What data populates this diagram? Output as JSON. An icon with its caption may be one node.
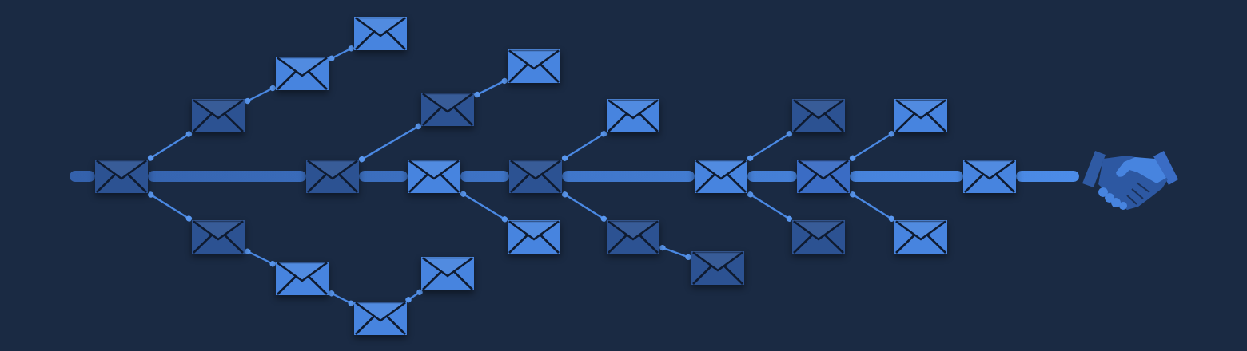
{
  "diagram": {
    "nodes": [
      {
        "text": [],
        "shape": "envelope"
      },
      {
        "text": [],
        "shape": "envelope"
      },
      {
        "text": [],
        "shape": "envelope"
      },
      {
        "text": [],
        "shape": "envelope"
      },
      {
        "text": [],
        "shape": "envelope"
      },
      {
        "text": [],
        "shape": "envelope"
      },
      {
        "text": [],
        "shape": "envelope"
      },
      {
        "text": [],
        "shape": "envelope"
      },
      {
        "text": [],
        "shape": "envelope"
      },
      {
        "text": [],
        "shape": "envelope"
      },
      {
        "text": [],
        "shape": "envelope"
      },
      {
        "text": [],
        "shape": "envelope"
      },
      {
        "text": [],
        "shape": "envelope"
      },
      {
        "text": [],
        "shape": "envelope"
      },
      {
        "text": [],
        "shape": "envelope"
      },
      {
        "text": [],
        "shape": "envelope"
      },
      {
        "text": [],
        "shape": "envelope"
      },
      {
        "text": [],
        "shape": "envelope"
      },
      {
        "text": [],
        "shape": "envelope"
      },
      {
        "text": [],
        "shape": "envelope"
      },
      {
        "text": [],
        "shape": "envelope"
      },
      {
        "text": [],
        "shape": "envelope"
      },
      {
        "text": [],
        "shape": "envelope"
      },
      {
        "text": [],
        "shape": "envelope"
      },
      {
        "text": [],
        "shape": "handshake"
      }
    ],
    "edges": [
      {
        "from": null,
        "to": 0,
        "arrow": "none",
        "style": "thick"
      },
      {
        "from": 0,
        "to": 5,
        "arrow": "none",
        "style": "thick"
      },
      {
        "from": 5,
        "to": 9,
        "arrow": "none",
        "style": "thick"
      },
      {
        "from": 9,
        "to": 12,
        "arrow": "none",
        "style": "thick"
      },
      {
        "from": 12,
        "to": 16,
        "arrow": "none",
        "style": "thick"
      },
      {
        "from": 16,
        "to": 19,
        "arrow": "none",
        "style": "thick"
      },
      {
        "from": 19,
        "to": 23,
        "arrow": "none",
        "style": "thick"
      },
      {
        "from": 23,
        "to": 24,
        "arrow": "none",
        "style": "thick"
      },
      {
        "from": 0,
        "to": 1,
        "arrow": "other"
      },
      {
        "from": 1,
        "to": 3,
        "arrow": "other"
      },
      {
        "from": 3,
        "to": 6,
        "arrow": "other"
      },
      {
        "from": 0,
        "to": 2,
        "arrow": "other"
      },
      {
        "from": 2,
        "to": 4,
        "arrow": "other"
      },
      {
        "from": 4,
        "to": 7,
        "arrow": "other"
      },
      {
        "from": 7,
        "to": 10,
        "arrow": "other"
      },
      {
        "from": 5,
        "to": 8,
        "arrow": "other"
      },
      {
        "from": 8,
        "to": 11,
        "arrow": "other"
      },
      {
        "from": 9,
        "to": 13,
        "arrow": "other"
      },
      {
        "from": 12,
        "to": 14,
        "arrow": "other"
      },
      {
        "from": 12,
        "to": 15,
        "arrow": "other"
      },
      {
        "from": 15,
        "to": 17,
        "arrow": "other"
      },
      {
        "from": 16,
        "to": 18,
        "arrow": "other"
      },
      {
        "from": 16,
        "to": 20,
        "arrow": "other"
      },
      {
        "from": 19,
        "to": 21,
        "arrow": "other"
      },
      {
        "from": 19,
        "to": 22,
        "arrow": "other"
      }
    ]
  }
}
